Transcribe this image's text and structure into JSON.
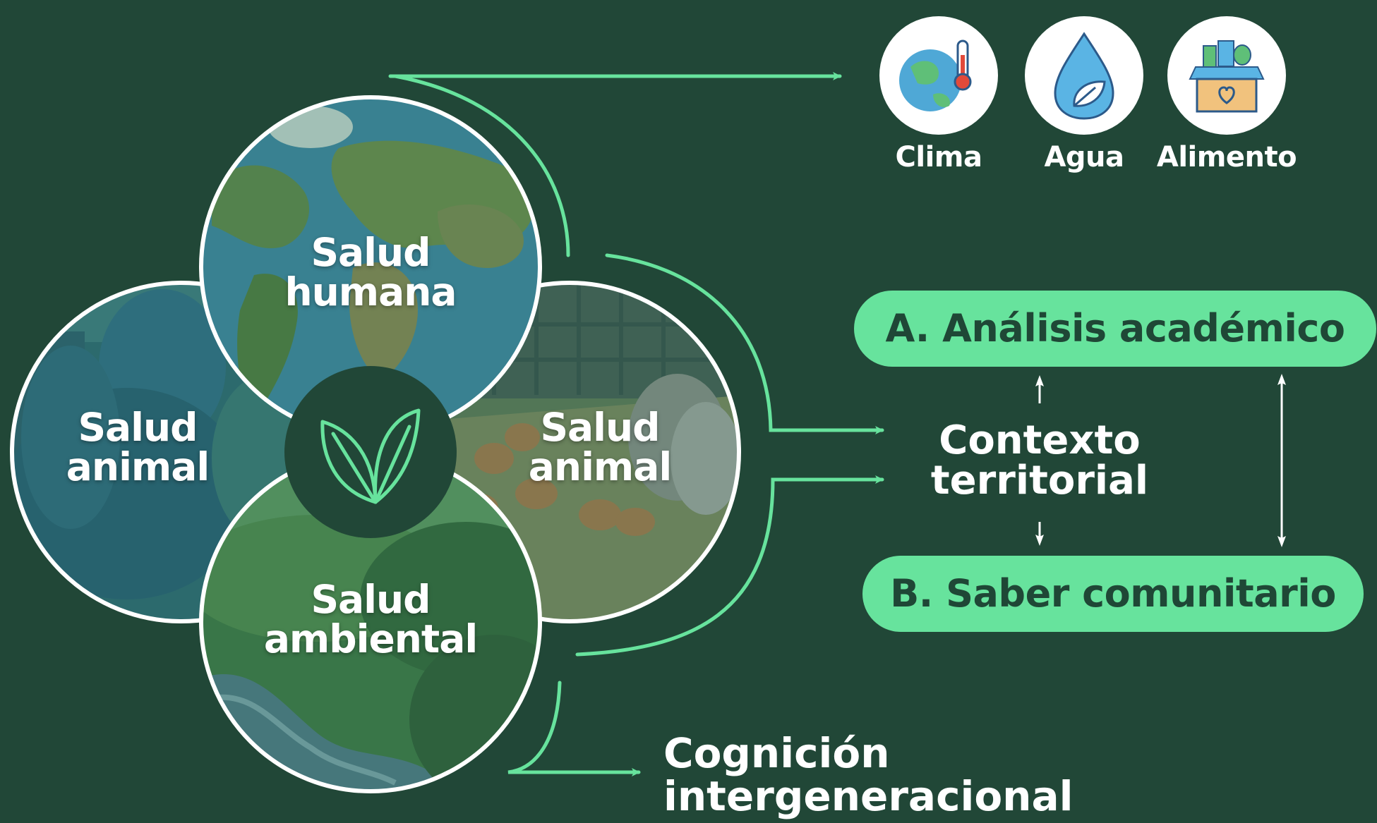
{
  "circles": [
    {
      "id": "humana",
      "line1": "Salud",
      "line2": "humana",
      "image": "world-map-globe"
    },
    {
      "id": "animal-left",
      "line1": "Salud",
      "line2": "animal",
      "image": "veterinarians-with-animal"
    },
    {
      "id": "animal-right",
      "line1": "Salud",
      "line2": "animal",
      "image": "chickens-and-goats-farm"
    },
    {
      "id": "ambiental",
      "line1": "Salud",
      "line2": "ambiental",
      "image": "river-and-forest-landscape"
    }
  ],
  "center_icon": "leaf-icon",
  "resources": [
    {
      "label": "Clima",
      "icon": "earth-thermometer-icon"
    },
    {
      "label": "Agua",
      "icon": "water-drop-leaf-icon"
    },
    {
      "label": "Alimento",
      "icon": "food-box-icon"
    }
  ],
  "academic": "A. Análisis académico",
  "community": "B. Saber comunitario",
  "context": {
    "line1": "Contexto",
    "line2": "territorial"
  },
  "cognition": {
    "line1": "Cognición",
    "line2": "intergeneracional"
  },
  "colors": {
    "background": "#214737",
    "accent": "#67e39d",
    "pill_text": "#1f4736",
    "overlay": "#2f6a57",
    "white": "#ffffff"
  }
}
